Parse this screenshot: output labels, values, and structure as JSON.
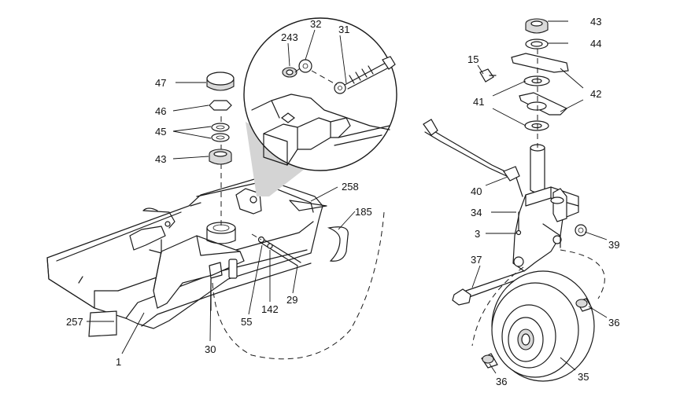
{
  "labels": {
    "l47": "47",
    "l46": "46",
    "l45": "45",
    "l43a": "43",
    "l243": "243",
    "l32": "32",
    "l31": "31",
    "l258": "258",
    "l185": "185",
    "l257": "257",
    "l1": "1",
    "l30": "30",
    "l55": "55",
    "l142": "142",
    "l29": "29",
    "l43b": "43",
    "l44": "44",
    "l15": "15",
    "l42": "42",
    "l41": "41",
    "l40": "40",
    "l34": "34",
    "l3": "3",
    "l39": "39",
    "l37": "37",
    "l36a": "36",
    "l36b": "36",
    "l35": "35"
  }
}
